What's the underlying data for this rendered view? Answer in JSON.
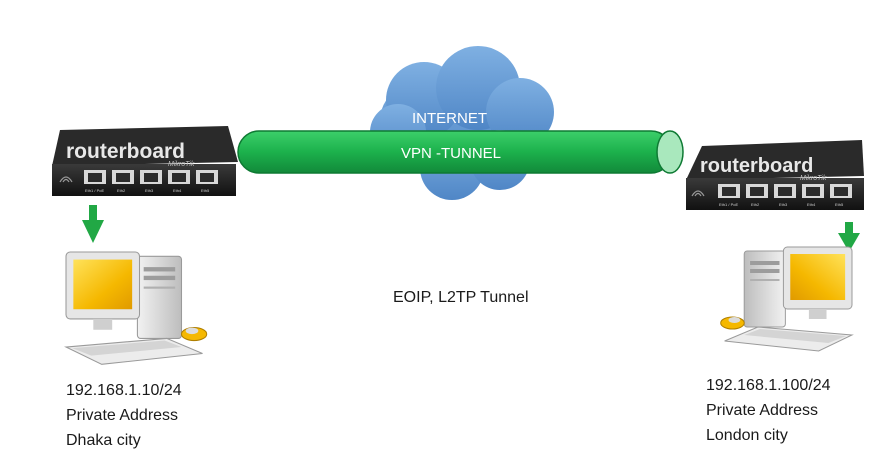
{
  "cloud": {
    "label": "INTERNET",
    "color": "#6a9fd6"
  },
  "tunnel": {
    "label": "VPN -TUNNEL",
    "color": "#1cb14c"
  },
  "protocol": {
    "label": "EOIP, L2TP Tunnel"
  },
  "routers": {
    "brand": "routerboard",
    "sub_brand": "MikroTik",
    "ports": [
      "Eth1 / PoE",
      "Eth2",
      "Eth3",
      "Eth4",
      "Eth5"
    ]
  },
  "left_site": {
    "ip": "192.168.1.10/24",
    "type": "Private Address",
    "city": "Dhaka city"
  },
  "right_site": {
    "ip": "192.168.1.100/24",
    "type": "Private Address",
    "city": "London city"
  },
  "colors": {
    "arrow": "#21a845",
    "screen": "#f5b800",
    "case": "#e4e4e4",
    "router_body": "#1c1c1c"
  }
}
